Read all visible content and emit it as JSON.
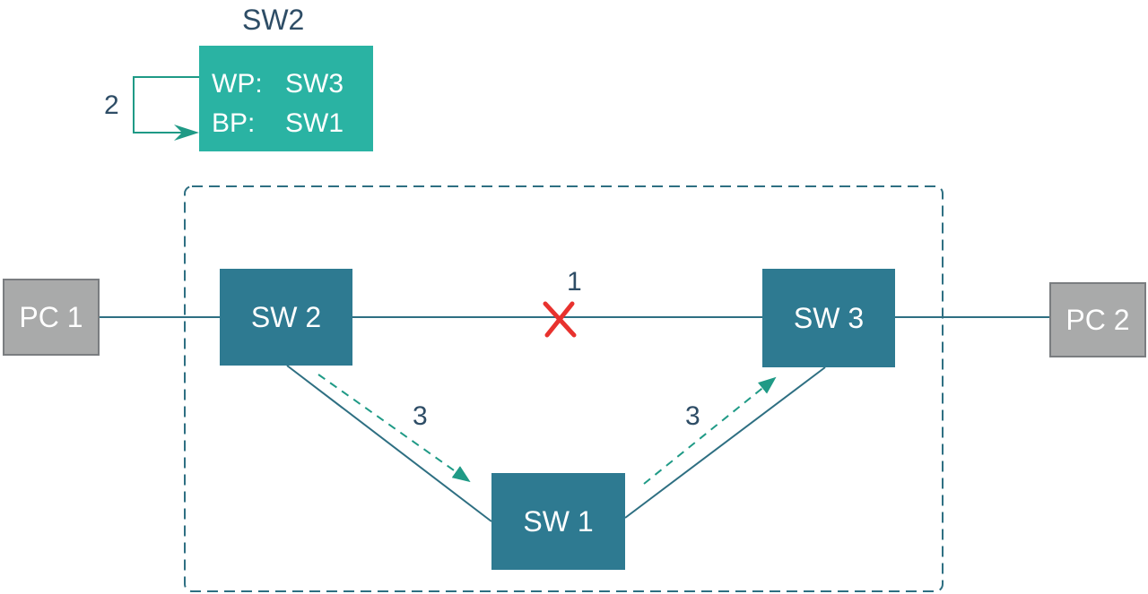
{
  "title": "SW2",
  "info_box": {
    "rows": [
      {
        "key": "WP:",
        "value": "SW3"
      },
      {
        "key": "BP:",
        "value": "SW1"
      }
    ]
  },
  "step_labels": {
    "switch_entries": "2",
    "link_failure": "1",
    "reroute_left": "3",
    "reroute_right": "3"
  },
  "nodes": {
    "pc1": "PC 1",
    "pc2": "PC 2",
    "sw1": "SW 1",
    "sw2": "SW 2",
    "sw3": "SW 3"
  },
  "colors": {
    "switch": "#2e7a91",
    "pc": "#a9aaaa",
    "info_box": "#2ab3a3",
    "line": "#2e6f82",
    "arrow": "#1f9a86",
    "failure_mark": "#e8322e"
  },
  "icons": {
    "failure_mark": "red-x-icon"
  }
}
